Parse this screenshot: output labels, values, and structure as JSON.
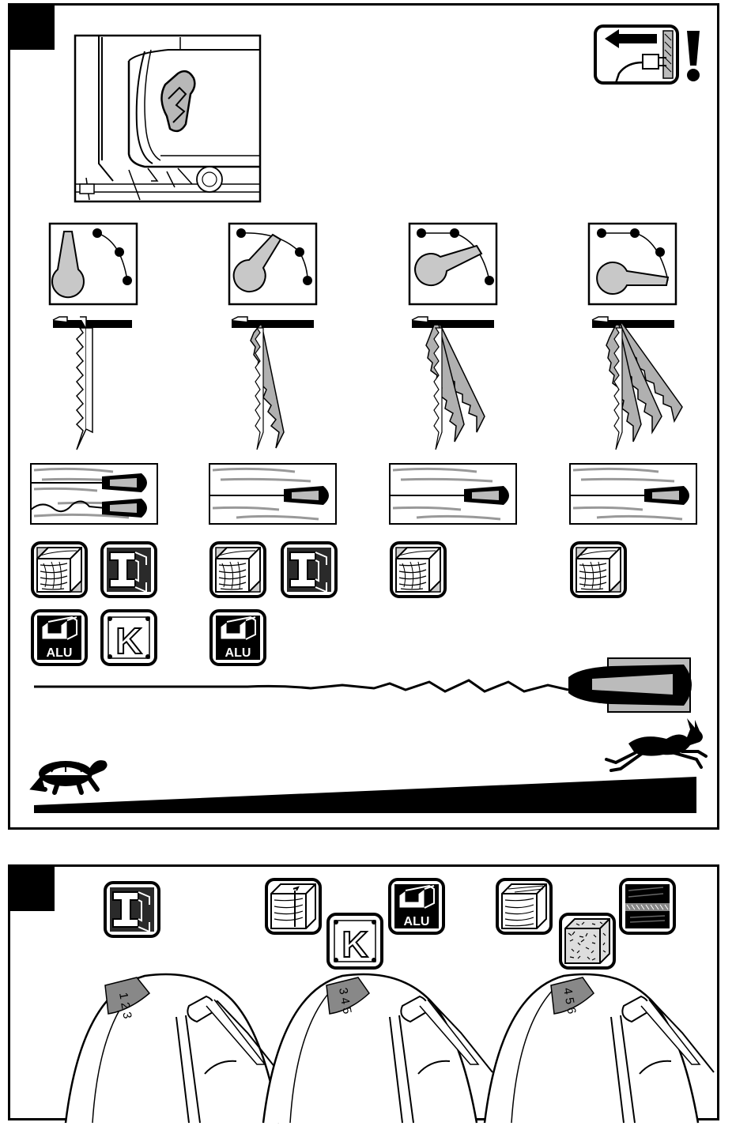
{
  "figures": [
    {
      "id": "stroke-setting",
      "materials": {
        "alu_label": "ALU",
        "k_label": "K"
      }
    },
    {
      "id": "speed-setting",
      "dials": [
        {
          "numbers": "1 2 3"
        },
        {
          "numbers": "3 4 5"
        },
        {
          "numbers": "4 5 6"
        }
      ],
      "materials": {
        "alu_label": "ALU",
        "k_label": "K"
      }
    }
  ],
  "icons": {
    "unplug": "unplug-warning-icon",
    "slow": "tortoise-icon",
    "fast": "hare-icon"
  },
  "colors": {
    "line": "#000000",
    "fill": "#c8c8c8",
    "paper": "#ffffff"
  }
}
